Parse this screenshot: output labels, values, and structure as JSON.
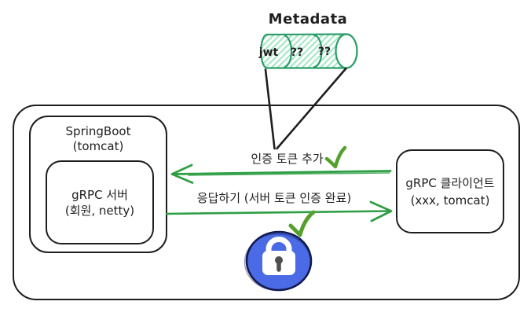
{
  "metadata": {
    "title": "Metadata",
    "segments": [
      "jwt",
      "??",
      "??"
    ]
  },
  "boxes": {
    "springboot": {
      "line1": "SpringBoot",
      "line2": "(tomcat)"
    },
    "grpc_server": {
      "line1": "gRPC 서버",
      "line2": "(회원, netty)"
    },
    "grpc_client": {
      "line1": "gRPC 클라이언트",
      "line2": "(xxx, tomcat)"
    }
  },
  "arrows": {
    "add_token": {
      "label": "인증 토큰 추가",
      "direction": "client-to-server",
      "checked": true
    },
    "respond": {
      "label": "응답하기 (서버 토큰 인증 완료)",
      "direction": "server-to-client",
      "checked": true
    }
  },
  "icons": {
    "cylinder": "metadata-cylinder-icon",
    "lock": "lock-icon",
    "checkmarks": [
      "checkmark-icon",
      "checkmark-icon"
    ]
  },
  "colors": {
    "background": "#ffffff",
    "stroke_black": "#1e1e1e",
    "arrow_green": "#2f9e44",
    "check_green": "#55a02c",
    "cylinder_green": "#2a9d69",
    "cylinder_hatch": "#9fe6c0",
    "lock_fill_blue": "#4a6be5",
    "lock_outline_navy": "#111a4f",
    "keyhole_gray": "#4f4f4f"
  }
}
